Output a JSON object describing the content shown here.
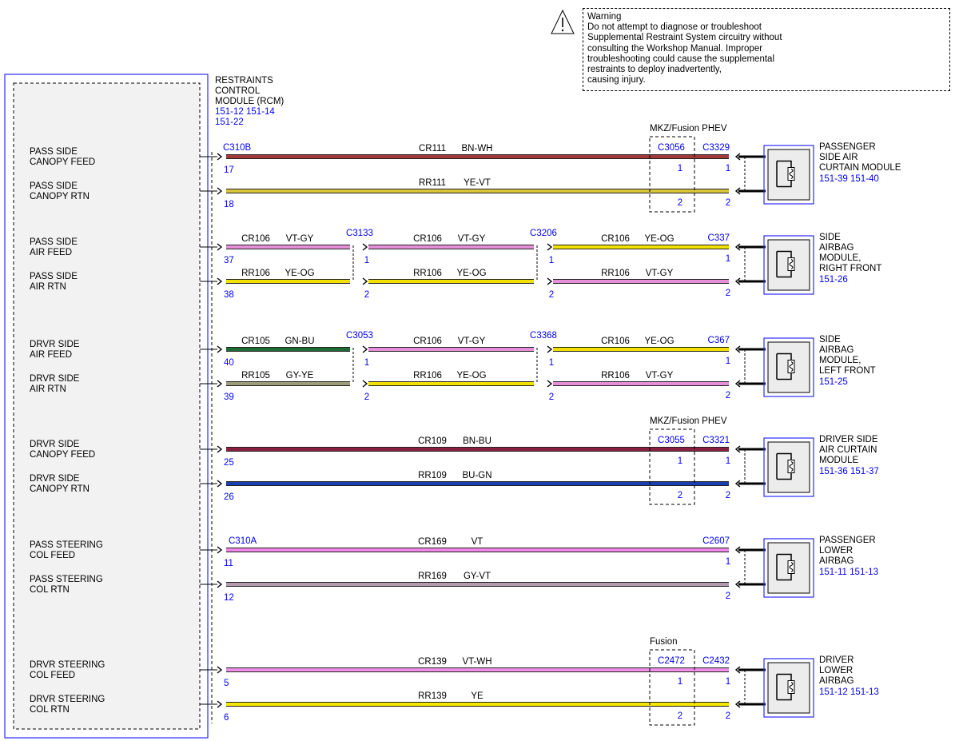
{
  "warning": {
    "title": "Warning",
    "lines": [
      "Do not attempt to diagnose or troubleshoot",
      "Supplemental Restraint System circuitry without",
      "consulting the Workshop Manual. Improper",
      "troubleshooting could cause the supplemental",
      "restraints to deploy inadvertently,",
      "causing injury."
    ]
  },
  "rcm": {
    "name_lines": [
      "RESTRAINTS",
      "CONTROL",
      "MODULE (RCM)"
    ],
    "refs": [
      "151-12  151-14",
      "151-22"
    ]
  },
  "colors": {
    "BN-WH": "#a33a3a",
    "YE-VT": "#d9c43a",
    "VT-GY": "#e58fd8",
    "YE-OG": "#f2e000",
    "GN-BU": "#1f6b35",
    "GY-YE": "#9c9c78",
    "BN-BU": "#8a2040",
    "BU-GN": "#1a3fb0",
    "VT": "#ef88e6",
    "GY-VT": "#b39ab0",
    "VT-WH": "#ef90e8",
    "YE": "#f6e600"
  },
  "circuits": [
    {
      "rcm_connector": "C310B",
      "module_connector": "C3329",
      "inline": {
        "connector": "C3056",
        "label": "MKZ/Fusion PHEV"
      },
      "module": {
        "name_lines": [
          "PASSENGER",
          "SIDE AIR",
          "CURTAIN MODULE"
        ],
        "refs": "151-39  151-40"
      },
      "wires": [
        {
          "signal": [
            "PASS SIDE",
            "CANOPY FEED"
          ],
          "pin": "17",
          "circuit": "CR111",
          "color": "BN-WH",
          "module_pin": "1",
          "inline_pin": "1"
        },
        {
          "signal": [
            "PASS SIDE",
            "CANOPY RTN"
          ],
          "pin": "18",
          "circuit": "RR111",
          "color": "YE-VT",
          "module_pin": "2",
          "inline_pin": "2"
        }
      ]
    },
    {
      "rcm_connector": "",
      "module_connector": "C337",
      "splices": [
        "C3133",
        "C3206"
      ],
      "module": {
        "name_lines": [
          "SIDE",
          "AIRBAG",
          "MODULE,",
          "RIGHT FRONT"
        ],
        "refs": "151-26"
      },
      "wires": [
        {
          "signal": [
            "PASS SIDE",
            "AIR FEED"
          ],
          "pin": "37",
          "segments": [
            {
              "circuit": "CR106",
              "color": "VT-GY"
            },
            {
              "circuit": "CR106",
              "color": "VT-GY"
            },
            {
              "circuit": "CR106",
              "color": "YE-OG"
            }
          ],
          "splice_pins": [
            "1",
            "1"
          ],
          "module_pin": "1"
        },
        {
          "signal": [
            "PASS SIDE",
            "AIR RTN"
          ],
          "pin": "38",
          "segments": [
            {
              "circuit": "RR106",
              "color": "YE-OG"
            },
            {
              "circuit": "RR106",
              "color": "YE-OG"
            },
            {
              "circuit": "RR106",
              "color": "VT-GY"
            }
          ],
          "splice_pins": [
            "2",
            "2"
          ],
          "module_pin": "2"
        }
      ]
    },
    {
      "rcm_connector": "",
      "module_connector": "C367",
      "splices": [
        "C3053",
        "C3368"
      ],
      "module": {
        "name_lines": [
          "SIDE",
          "AIRBAG",
          "MODULE,",
          "LEFT FRONT"
        ],
        "refs": "151-25"
      },
      "wires": [
        {
          "signal": [
            "DRVR SIDE",
            "AIR FEED"
          ],
          "pin": "40",
          "segments": [
            {
              "circuit": "CR105",
              "color": "GN-BU"
            },
            {
              "circuit": "CR106",
              "color": "VT-GY"
            },
            {
              "circuit": "CR106",
              "color": "YE-OG"
            }
          ],
          "splice_pins": [
            "1",
            "1"
          ],
          "module_pin": "1"
        },
        {
          "signal": [
            "DRVR SIDE",
            "AIR RTN"
          ],
          "pin": "39",
          "segments": [
            {
              "circuit": "RR105",
              "color": "GY-YE"
            },
            {
              "circuit": "RR106",
              "color": "YE-OG"
            },
            {
              "circuit": "RR106",
              "color": "VT-GY"
            }
          ],
          "splice_pins": [
            "2",
            "2"
          ],
          "module_pin": "2"
        }
      ]
    },
    {
      "rcm_connector": "",
      "module_connector": "C3321",
      "inline": {
        "connector": "C3055",
        "label": "MKZ/Fusion PHEV"
      },
      "module": {
        "name_lines": [
          "DRIVER SIDE",
          "AIR CURTAIN",
          "MODULE"
        ],
        "refs": "151-36  151-37"
      },
      "wires": [
        {
          "signal": [
            "DRVR SIDE",
            "CANOPY FEED"
          ],
          "pin": "25",
          "circuit": "CR109",
          "color": "BN-BU",
          "module_pin": "1",
          "inline_pin": "1"
        },
        {
          "signal": [
            "DRVR SIDE",
            "CANOPY RTN"
          ],
          "pin": "26",
          "circuit": "RR109",
          "color": "BU-GN",
          "module_pin": "2",
          "inline_pin": "2"
        }
      ]
    },
    {
      "rcm_connector": "C310A",
      "module_connector": "C2607",
      "module": {
        "name_lines": [
          "PASSENGER",
          "LOWER",
          "AIRBAG"
        ],
        "refs": "151-11  151-13"
      },
      "wires": [
        {
          "signal": [
            "PASS STEERING",
            "COL FEED"
          ],
          "pin": "11",
          "circuit": "CR169",
          "color": "VT",
          "module_pin": "1"
        },
        {
          "signal": [
            "PASS STEERING",
            "COL RTN"
          ],
          "pin": "12",
          "circuit": "RR169",
          "color": "GY-VT",
          "module_pin": "2"
        }
      ]
    },
    {
      "rcm_connector": "",
      "module_connector": "C2432",
      "inline": {
        "connector": "C2472",
        "label": "Fusion"
      },
      "module": {
        "name_lines": [
          "DRIVER",
          "LOWER",
          "AIRBAG"
        ],
        "refs": "151-12  151-13"
      },
      "wires": [
        {
          "signal": [
            "DRVR STEERING",
            "COL FEED"
          ],
          "pin": "5",
          "circuit": "CR139",
          "color": "VT-WH",
          "module_pin": "1",
          "inline_pin": "1"
        },
        {
          "signal": [
            "DRVR STEERING",
            "COL RTN"
          ],
          "pin": "6",
          "circuit": "RR139",
          "color": "YE",
          "module_pin": "2",
          "inline_pin": "2"
        }
      ]
    }
  ]
}
